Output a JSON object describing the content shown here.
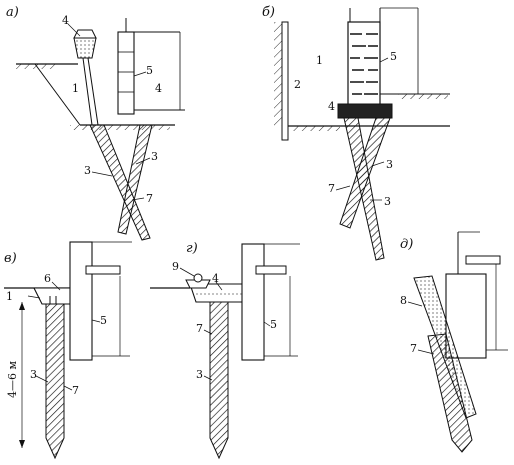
{
  "panels": {
    "a": {
      "label": "а)",
      "callouts": [
        "4",
        "5",
        "1",
        "4",
        "3",
        "3",
        "7"
      ]
    },
    "b": {
      "label": "б)",
      "callouts": [
        "2",
        "1",
        "5",
        "4",
        "3",
        "7",
        "3"
      ]
    },
    "v": {
      "label": "в)",
      "callouts": [
        "1",
        "6",
        "5",
        "3",
        "7"
      ],
      "depth_label": "4—6 м"
    },
    "g": {
      "label": "г)",
      "callouts": [
        "9",
        "4",
        "7",
        "5",
        "3"
      ]
    },
    "d": {
      "label": "д)",
      "callouts": [
        "8",
        "7"
      ]
    }
  },
  "colors": {
    "ink": "#111111",
    "paper": "#ffffff"
  }
}
